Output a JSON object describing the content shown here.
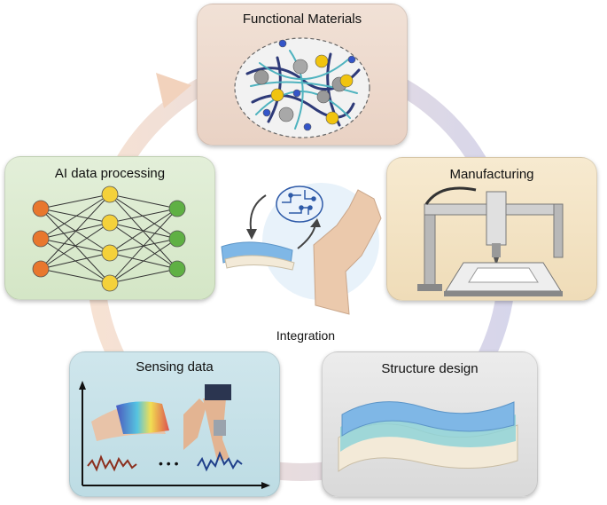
{
  "diagram": {
    "center_label": "Integration",
    "cards": {
      "materials": {
        "title": "Functional Materials",
        "color": "#efdccf"
      },
      "ai": {
        "title": "AI data processing",
        "color": "#dcebd0"
      },
      "manufacturing": {
        "title": "Manufacturing",
        "color": "#f5e4c4"
      },
      "sensing": {
        "title": "Sensing data",
        "color": "#c8e2e9"
      },
      "structure": {
        "title": "Structure design",
        "color": "#e2e2e2"
      }
    },
    "cycle_ring_colors": [
      "#f4d8c4",
      "#c9c8e4"
    ],
    "sensing_plot_ellipsis": "• • •"
  }
}
